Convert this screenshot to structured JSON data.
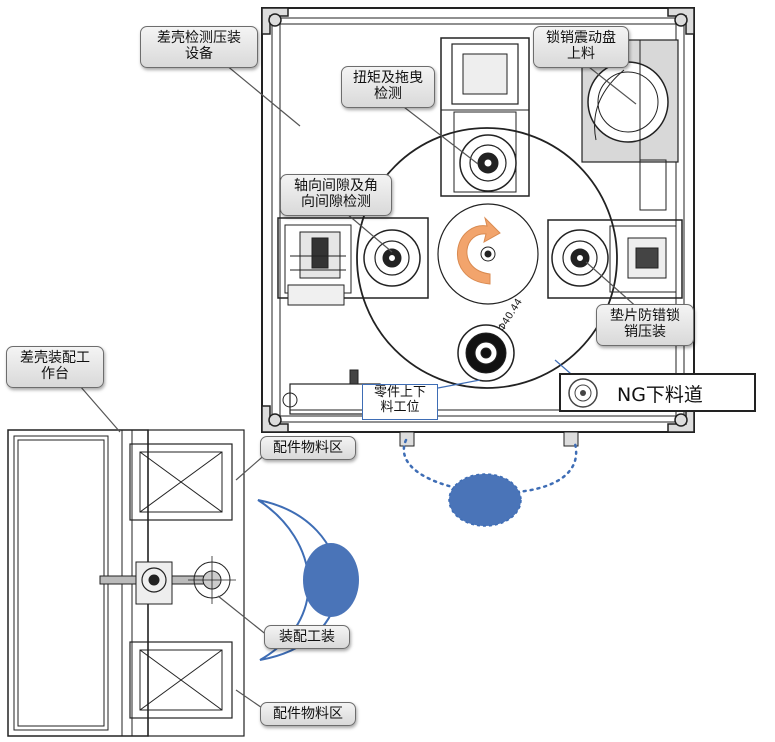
{
  "callouts": {
    "diff_case_press": "差壳检测压装\n设备",
    "lock_pin_feeder": "锁销震动盘\n上料",
    "torque_drag": "扭矩及拖曳\n检测",
    "axial_gap": "轴向间隙及角\n向间隙检测",
    "washer_press": "垫片防错锁\n销压装",
    "assembly_bench": "差壳装配工\n作台",
    "parts_area_top": "配件物料区",
    "assembly_fixture": "装配工装",
    "parts_area_bottom": "配件物料区"
  },
  "station_label": "零件上下\n料工位",
  "ng_chute": "NG下料道",
  "dimension_text": "Φ40.44",
  "colors": {
    "blue_fill": "#4a74b8",
    "blue_line": "#3e6db5",
    "orange_arrow": "#f2a46c",
    "drawing_line": "#222222"
  }
}
